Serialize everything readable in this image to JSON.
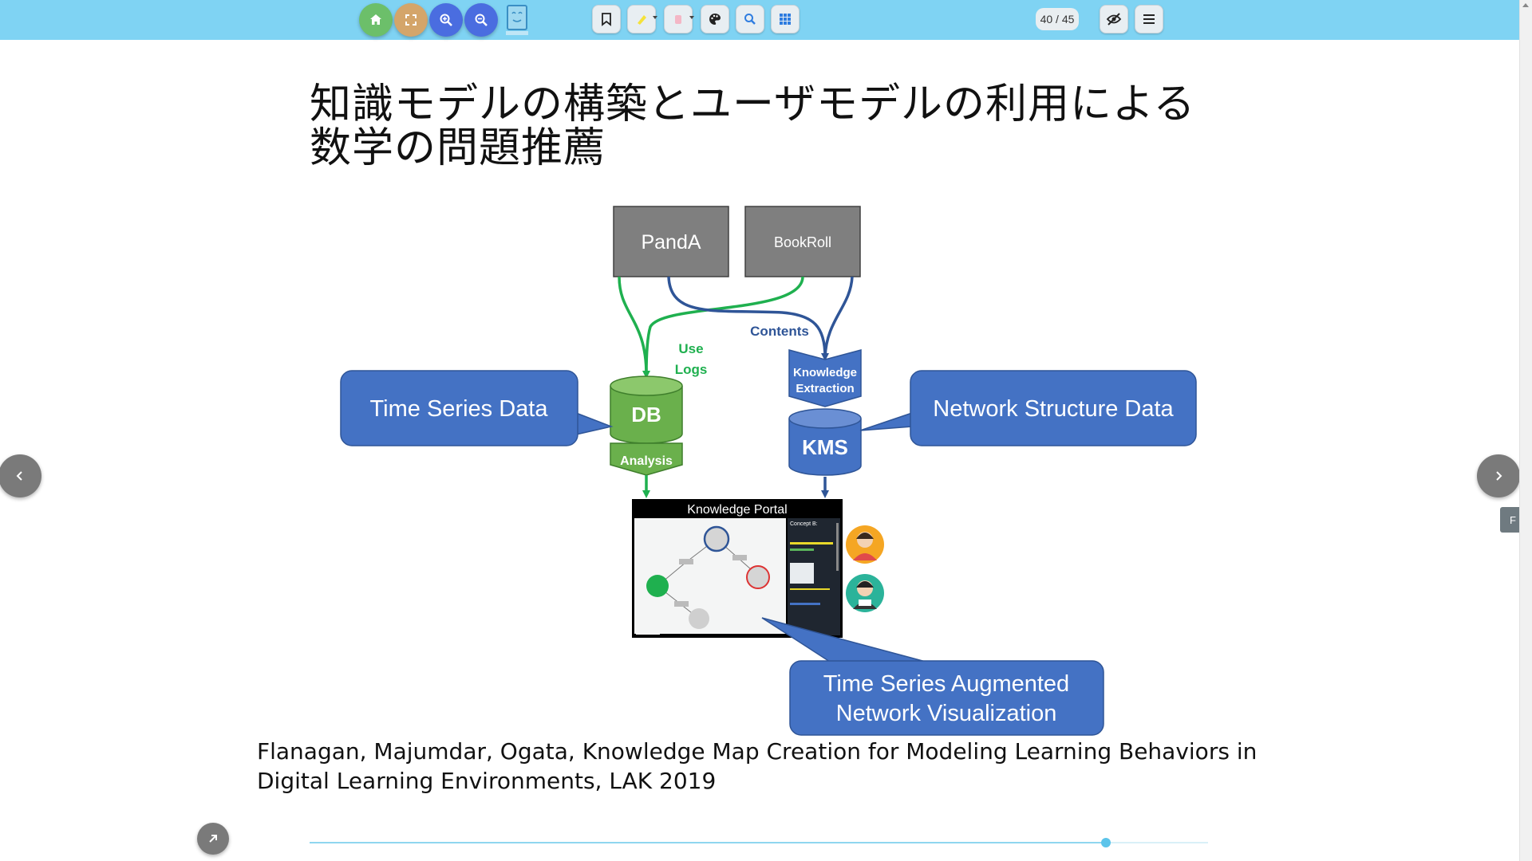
{
  "toolbar": {
    "page_counter": "40 / 45",
    "colors": {
      "background": "#7fd3f3",
      "home": "#6cbf6a",
      "fullscreen": "#d4a56a",
      "zoom": "#4a6de0"
    },
    "icons": [
      "home-icon",
      "fullscreen-icon",
      "zoom-in-icon",
      "zoom-out-icon",
      "app-logo-icon",
      "bookmark-icon",
      "highlighter-icon",
      "eraser-icon",
      "palette-icon",
      "search-icon",
      "grid-icon",
      "hide-icon",
      "menu-icon"
    ]
  },
  "slide": {
    "title_line1": "知識モデルの構築とユーザモデルの利用による",
    "title_line2": "数学の問題推薦",
    "citation": "Flanagan, Majumdar, Ogata, Knowledge Map Creation for Modeling Learning Behaviors in Digital Learning Environments, LAK 2019",
    "diagram": {
      "panda_label": "PandA",
      "bookroll_label": "BookRoll",
      "use_logs_line1": "Use",
      "use_logs_line2": "Logs",
      "contents_label": "Contents",
      "db_label": "DB",
      "analysis_label": "Analysis",
      "knowledge_extraction_line1": "Knowledge",
      "knowledge_extraction_line2": "Extraction",
      "kms_label": "KMS",
      "time_series_data_label": "Time Series Data",
      "network_structure_data_label": "Network Structure Data",
      "knowledge_portal_label": "Knowledge Portal",
      "portal_side_title": "Concept B:",
      "augmented_line1": "Time Series Augmented",
      "augmented_line2": "Network Visualization",
      "colors": {
        "green": "#6ab04c",
        "blue": "#4472c4",
        "gray": "#808080",
        "green_line": "#1fb04f",
        "blue_line": "#2f5597"
      }
    }
  },
  "side_tab_label": "F",
  "progress": {
    "current_page": 40,
    "total_pages": 45
  }
}
